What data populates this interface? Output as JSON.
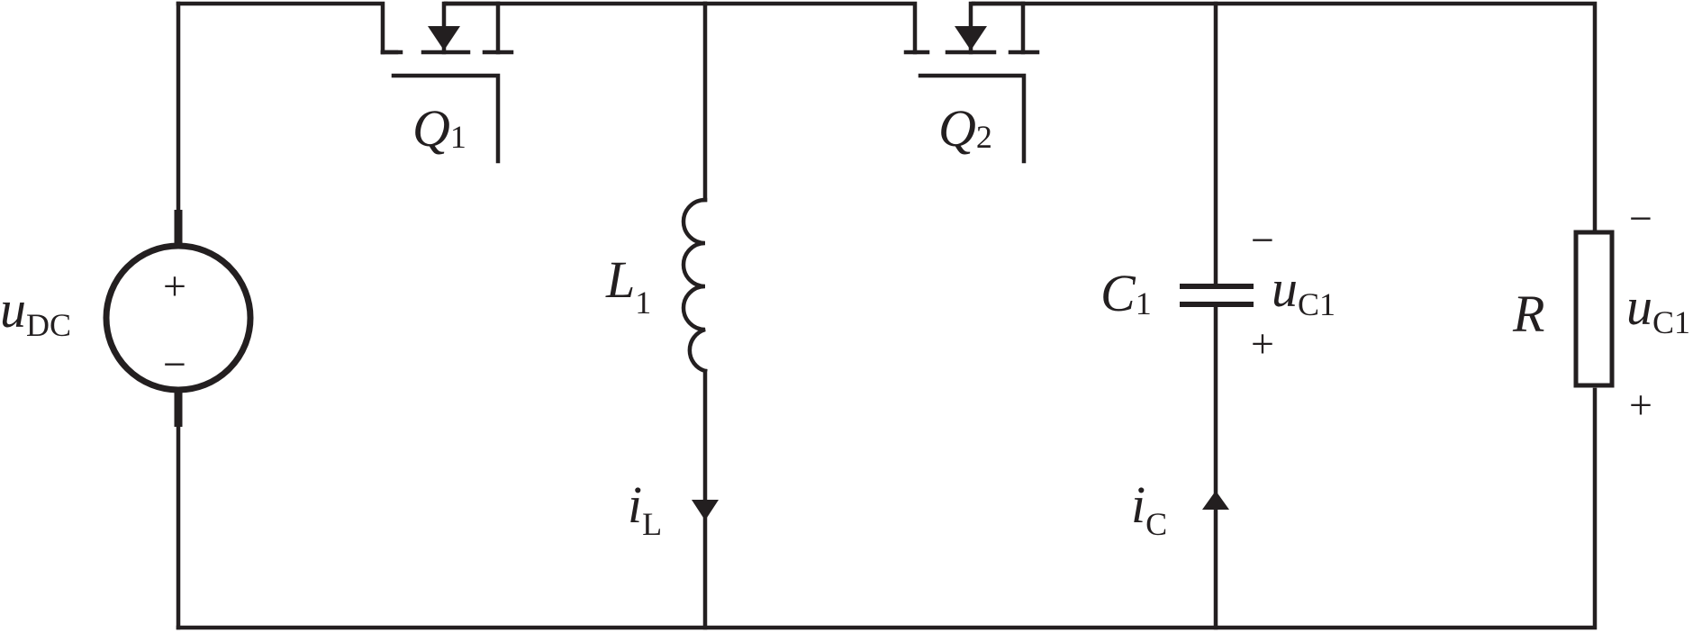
{
  "source": {
    "symbol": "u",
    "subscript": "DC",
    "plus": "+",
    "minus": "−"
  },
  "switch_q1": {
    "symbol": "Q",
    "subscript": "1"
  },
  "switch_q2": {
    "symbol": "Q",
    "subscript": "2"
  },
  "inductor": {
    "symbol": "L",
    "subscript": "1"
  },
  "inductor_current": {
    "symbol": "i",
    "subscript": "L"
  },
  "capacitor": {
    "symbol": "C",
    "subscript": "1"
  },
  "capacitor_voltage": {
    "symbol": "u",
    "subscript": "C1",
    "minus": "−",
    "plus": "+"
  },
  "capacitor_current": {
    "symbol": "i",
    "subscript": "C"
  },
  "resistor": {
    "symbol": "R"
  },
  "resistor_voltage": {
    "symbol": "u",
    "subscript": "C1",
    "minus": "−",
    "plus": "+"
  },
  "colors": {
    "ink": "#231f20",
    "background": "#ffffff"
  }
}
